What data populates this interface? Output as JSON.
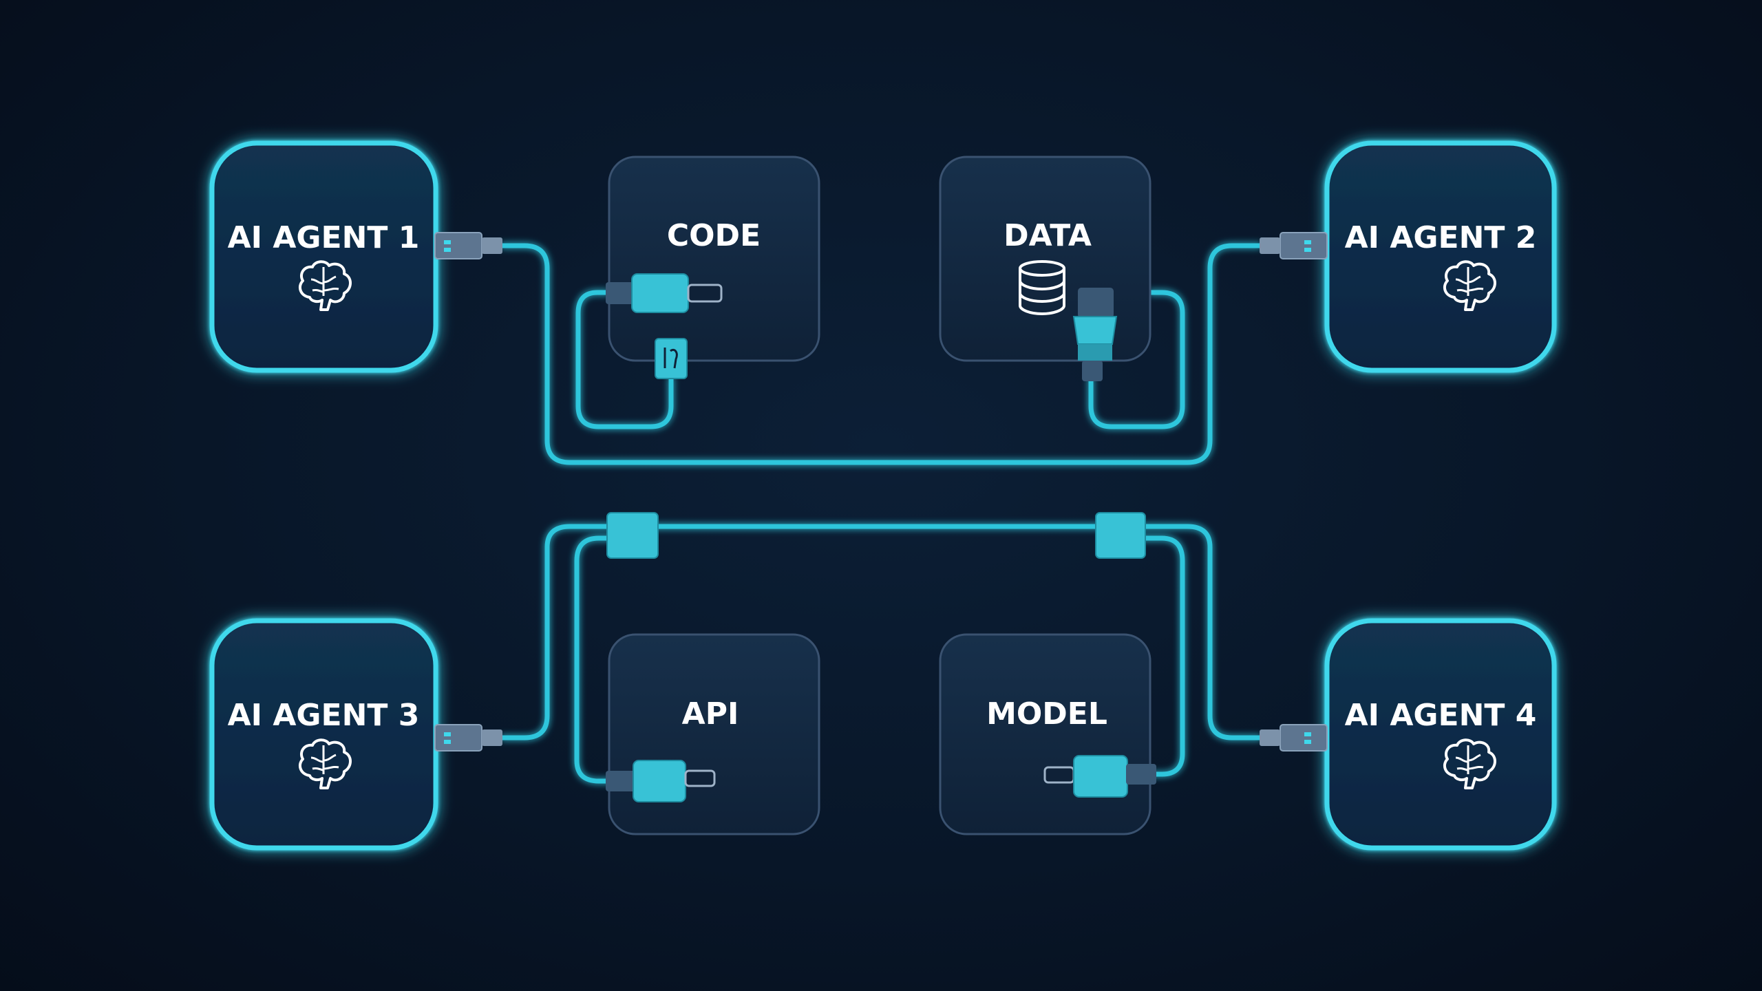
{
  "agents": [
    {
      "id": "agent1",
      "label": "AI AGENT 1",
      "icon": "brain-icon"
    },
    {
      "id": "agent2",
      "label": "AI AGENT 2",
      "icon": "brain-icon"
    },
    {
      "id": "agent3",
      "label": "AI AGENT 3",
      "icon": "brain-icon"
    },
    {
      "id": "agent4",
      "label": "AI AGENT 4",
      "icon": "brain-icon"
    }
  ],
  "resources": [
    {
      "id": "code",
      "label": "CODE",
      "icon": "usb-plug-icon"
    },
    {
      "id": "data",
      "label": "DATA",
      "icon": "database-icon"
    },
    {
      "id": "api",
      "label": "API",
      "icon": "usb-plug-icon"
    },
    {
      "id": "model",
      "label": "MODEL",
      "icon": "usb-plug-icon"
    }
  ],
  "colors": {
    "background": "#071325",
    "agent_glow": "#3fd8ec",
    "cable": "#2fc6dc",
    "connector": "#38c2d6",
    "resource_fill": "#132840",
    "resource_border": "#3a5270",
    "agent_fill": "#0f2a45",
    "text": "#ffffff"
  }
}
